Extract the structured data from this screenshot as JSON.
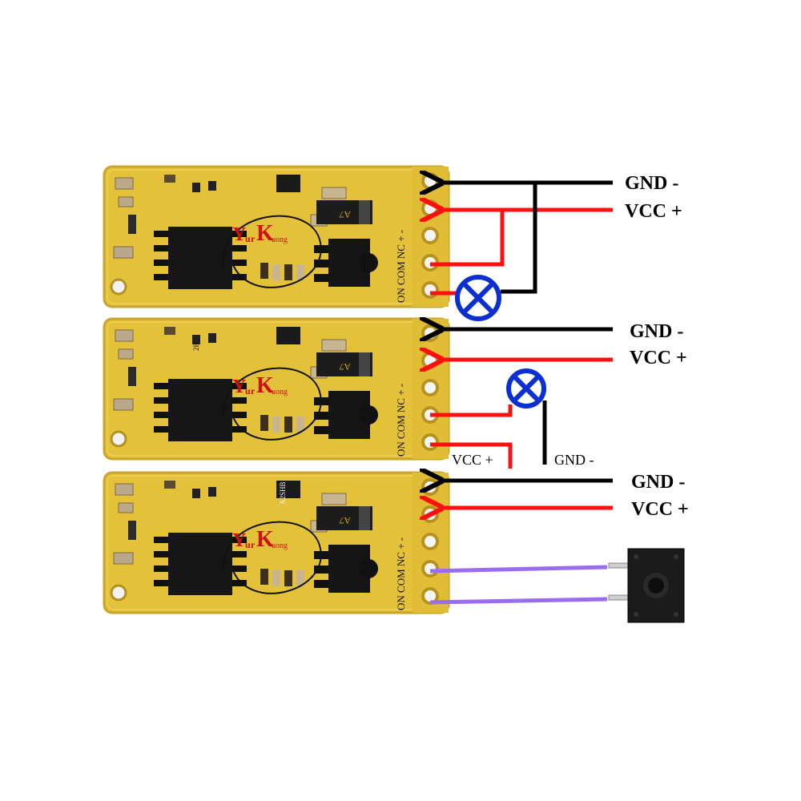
{
  "boards": [
    {
      "labels": {
        "top": "GND -",
        "top2": "VCC +",
        "pin_text": "ON  COM  NC  +  -",
        "brand_a": "Y",
        "brand_b": "u",
        "brand_c": "r",
        "brand_d": "K",
        "brand_e": "uong",
        "chip_mark": "A7"
      }
    },
    {
      "labels": {
        "top": "GND -",
        "top2": "VCC +",
        "pin_text": "ON  COM  NC  +  -",
        "brand_a": "Y",
        "brand_b": "u",
        "brand_c": "r",
        "brand_d": "K",
        "brand_e": "uong",
        "chip_mark": "A7",
        "smd_mark": "2H"
      }
    },
    {
      "labels": {
        "top": "GND -",
        "top2": "VCC +",
        "pin_text": "ON  COM  NC  +  -",
        "brand_a": "Y",
        "brand_b": "u",
        "brand_c": "r",
        "brand_d": "K",
        "brand_e": "uong",
        "chip_mark": "A7",
        "smd_mark": "A2SHB"
      }
    }
  ],
  "wire_labels": {
    "b2_extra_vcc": "VCC +",
    "b2_extra_gnd": "GND -"
  },
  "colors": {
    "background": "#ffffff",
    "pcb": "#e3c23a",
    "pcb_dark": "#c9a52a",
    "wire_black": "#000000",
    "wire_red": "#ff1010",
    "wire_purple": "#9b6cf0",
    "lamp_blue": "#0b2fd0"
  },
  "icons": [
    "lamp-icon",
    "push-button-switch-icon"
  ]
}
